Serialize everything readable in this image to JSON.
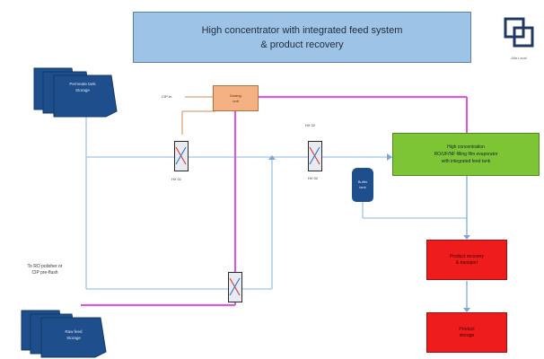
{
  "title": {
    "line1": "High concentrator with integrated feed system",
    "line2": "& product recovery"
  },
  "logo": {
    "caption": "Alfa Laval"
  },
  "nodes": {
    "permeate_tank": {
      "line1": "Permeate tank",
      "line2": "Storage"
    },
    "dosing_unit": {
      "line1": "Dosing",
      "line2": "unit"
    },
    "concentrator": {
      "line1": "High concentration",
      "line2": "RO/UF/NF filling film evaporator",
      "line3": "with integrated feed tank"
    },
    "buffer_tank": {
      "line1": "Buffer",
      "line2": "tank"
    },
    "product_recovery": {
      "line1": "Product recovery",
      "line2": "& transport"
    },
    "product_storage": {
      "line1": "Product",
      "line2": "storage"
    },
    "feed_tank": {
      "line1": "Raw feed",
      "line2": "Storage"
    }
  },
  "labels": {
    "dosing_input": "CIP-In",
    "hx1_label": "HX 01",
    "hx2_top": "HX 02",
    "hx2_label": "HX 02",
    "side_note_line1": "To RO polisher or",
    "side_note_line2": "CIP pre-flush"
  },
  "colors": {
    "title_fill": "#9dc3e6",
    "tank_blue": "#1f4e8c",
    "concentrator_green": "#7ec536",
    "dosing_orange": "#f4b183",
    "product_red": "#ee1c1c",
    "product_line_magenta": "#d35fd8",
    "water_line_blue": "#9dc3e6"
  }
}
